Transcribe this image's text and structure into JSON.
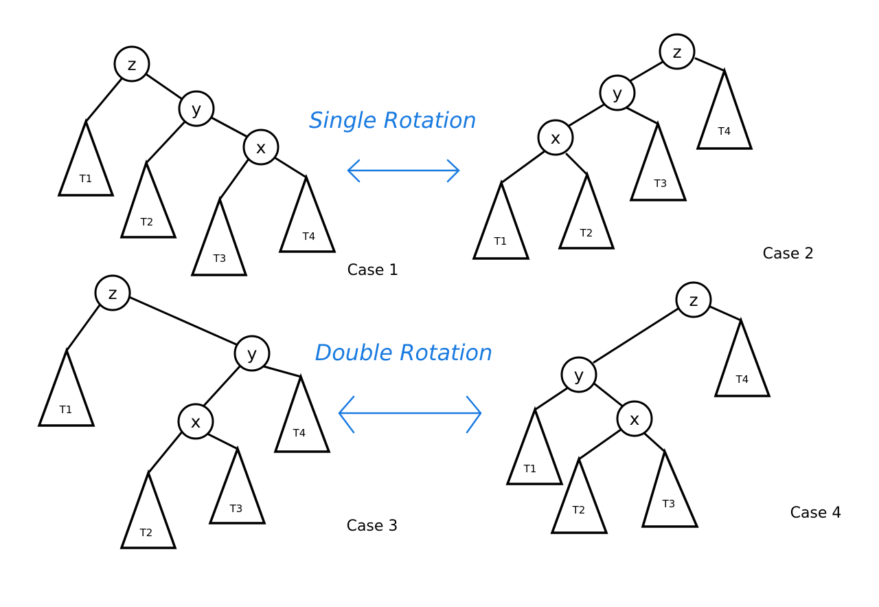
{
  "single_rotation_label": "Single Rotation",
  "double_rotation_label": "Double Rotation",
  "accent_color": "#1a7be0",
  "cases": [
    {
      "label": "Case 1",
      "nodes": [
        "z",
        "y",
        "x"
      ],
      "subtrees": [
        "T1",
        "T2",
        "T3",
        "T4"
      ]
    },
    {
      "label": "Case 2",
      "nodes": [
        "z",
        "y",
        "x"
      ],
      "subtrees": [
        "T4",
        "T3",
        "T1",
        "T2"
      ]
    },
    {
      "label": "Case 3",
      "nodes": [
        "z",
        "y",
        "x"
      ],
      "subtrees": [
        "T1",
        "T4",
        "T2",
        "T3"
      ]
    },
    {
      "label": "Case 4",
      "nodes": [
        "z",
        "y",
        "x"
      ],
      "subtrees": [
        "T4",
        "T1",
        "T2",
        "T3"
      ]
    }
  ]
}
